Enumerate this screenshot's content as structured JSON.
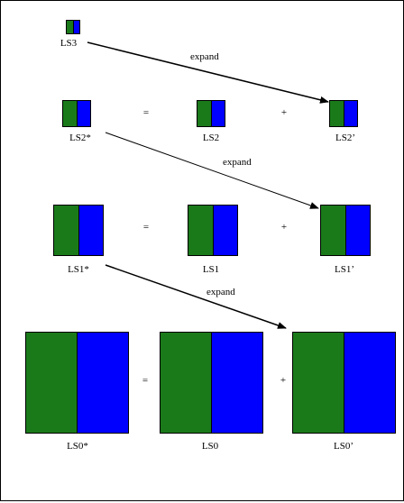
{
  "colors": {
    "left_half": "#1a7a1a",
    "right_half": "#0000ff",
    "outline": "#000000"
  },
  "labels": {
    "ls3": "LS3",
    "ls2_star": "LS2*",
    "ls2": "LS2",
    "ls2_prime": "LS2’",
    "ls1_star": "LS1*",
    "ls1": "LS1",
    "ls1_prime": "LS1’",
    "ls0_star": "LS0*",
    "ls0": "LS0",
    "ls0_prime": "LS0’"
  },
  "operators": {
    "equals": "=",
    "plus": "+"
  },
  "arrows": {
    "expand_label": "expand"
  }
}
